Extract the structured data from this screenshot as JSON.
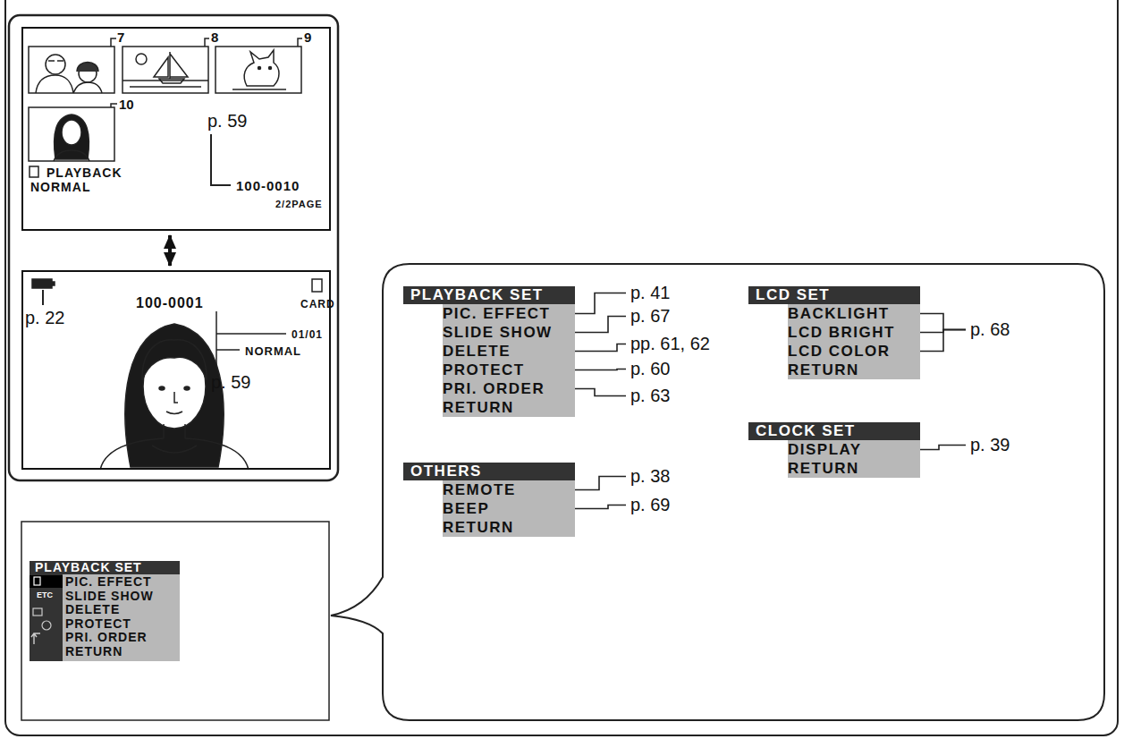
{
  "diagram": {
    "nodes": [
      {
        "text": [
          "PLAYBACK",
          "NORMAL",
          "100-0010",
          "2/2PAGE"
        ]
      },
      {
        "text": [
          "100-0001",
          "CARD",
          "01/01",
          "NORMAL"
        ]
      },
      {
        "text": [
          "PLAYBACK SET",
          "PIC. EFFECT",
          "SLIDE SHOW",
          "DELETE",
          "PROTECT",
          "PRI. ORDER",
          "RETURN"
        ]
      },
      {
        "text": [
          "PLAYBACK SET",
          "PIC. EFFECT",
          "SLIDE SHOW",
          "DELETE",
          "PROTECT",
          "PRI. ORDER",
          "RETURN"
        ]
      },
      {
        "text": [
          "OTHERS",
          "REMOTE",
          "BEEP",
          "RETURN"
        ]
      },
      {
        "text": [
          "LCD SET",
          "BACKLIGHT",
          "LCD BRIGHT",
          "LCD COLOR",
          "RETURN"
        ]
      },
      {
        "text": [
          "CLOCK SET",
          "DISPLAY",
          "RETURN"
        ]
      }
    ],
    "edges": [
      {
        "from": 0,
        "to": 1,
        "arrow": "both"
      }
    ],
    "labels": [
      "7",
      "8",
      "9",
      "10",
      "p. 59",
      "p. 22",
      "p. 59",
      "ETC",
      "p. 41",
      "p. 67",
      "pp. 61, 62",
      "p. 60",
      "p. 63",
      "p. 38",
      "p. 69",
      "p. 68",
      "p. 39"
    ]
  }
}
